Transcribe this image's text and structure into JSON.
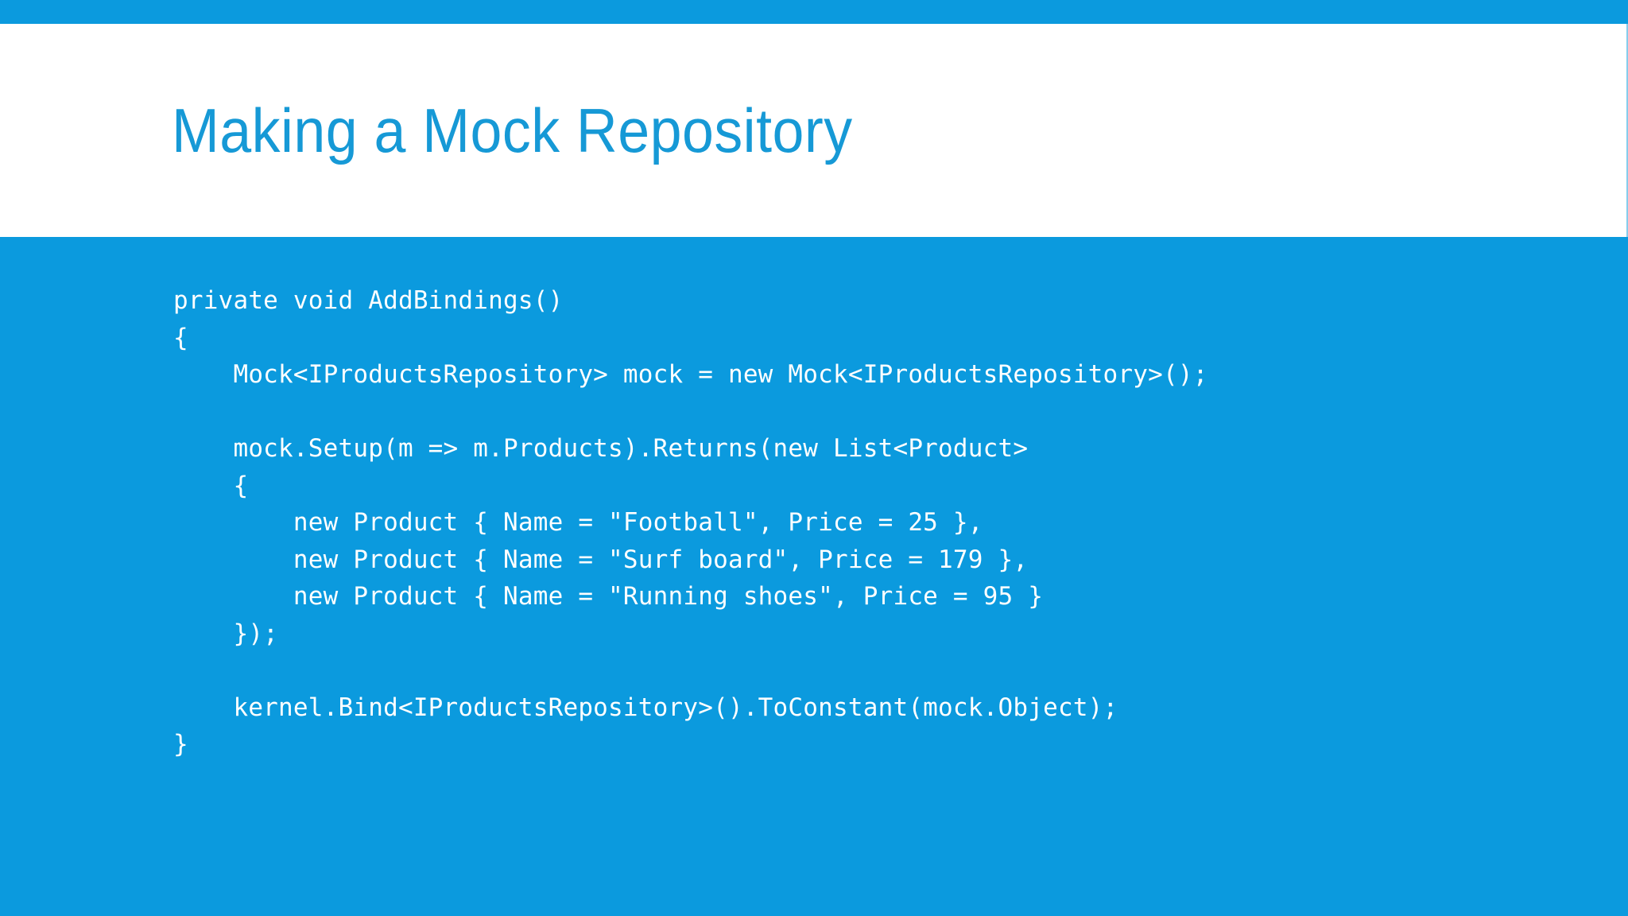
{
  "slide": {
    "title": "Making a Mock Repository",
    "accent_color": "#0b9ade",
    "title_color": "#1699d6",
    "band_color": "#ffffff",
    "code_text_color": "#ffffff",
    "code_language": "csharp"
  },
  "code": {
    "lines": [
      "private void AddBindings()",
      "{",
      "    Mock<IProductsRepository> mock = new Mock<IProductsRepository>();",
      "",
      "    mock.Setup(m => m.Products).Returns(new List<Product>",
      "    {",
      "        new Product { Name = \"Football\", Price = 25 },",
      "        new Product { Name = \"Surf board\", Price = 179 },",
      "        new Product { Name = \"Running shoes\", Price = 95 }",
      "    });",
      "",
      "    kernel.Bind<IProductsRepository>().ToConstant(mock.Object);",
      "}"
    ]
  }
}
